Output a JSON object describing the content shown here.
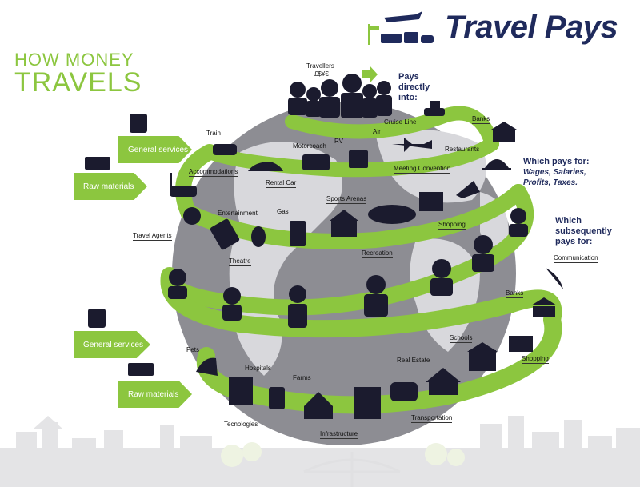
{
  "header": {
    "title": "Travel Pays",
    "how_line1": "HOW MONEY",
    "how_line2": "TRAVELS"
  },
  "flow": {
    "travellers": "Travellers",
    "currency": "£$¥€",
    "pays_directly": [
      "Pays",
      "directly",
      "into:"
    ],
    "which_pays_for": "Which pays for:",
    "which_pays_items": [
      "Wages, Salaries,",
      "Profits, Taxes."
    ],
    "subsequently": [
      "Which",
      "subsequently",
      "pays for:"
    ]
  },
  "arrows": {
    "general_services_top": "General services",
    "raw_materials_top": "Raw materials",
    "general_services_bottom": "General services",
    "raw_materials_bottom": "Raw materials"
  },
  "labels": {
    "cruise_line": "Cruise Line",
    "banks_top": "Banks",
    "train": "Train",
    "air": "Air",
    "motorcoach": "Motorcoach",
    "rv": "RV",
    "restaurants": "Restaurants",
    "accommodations": "Accommodations",
    "rental_car": "Rental Car",
    "meeting_convention": "Meeting Convention",
    "sports_arenas": "Sports Arenas",
    "entertainment": "Entertainment",
    "gas": "Gas",
    "shopping_top": "Shopping",
    "travel_agents": "Travel Agents",
    "theatre": "Theatre",
    "recreation": "Recreation",
    "communication": "Communication",
    "banks_bottom": "Banks",
    "schools": "Schools",
    "shopping_bottom": "Shopping",
    "pets": "Pets",
    "hospitals": "Hospitals",
    "farms": "Farms",
    "real_estate": "Real Estate",
    "tecnologies": "Tecnologies",
    "infrastructure": "Infrastructure",
    "transportation": "Transportation"
  },
  "colors": {
    "green": "#8cc63f",
    "navy": "#1f2a5c",
    "globe": "#8d8d93",
    "land": "#d8d8dc",
    "icon": "#1b1b2e"
  }
}
